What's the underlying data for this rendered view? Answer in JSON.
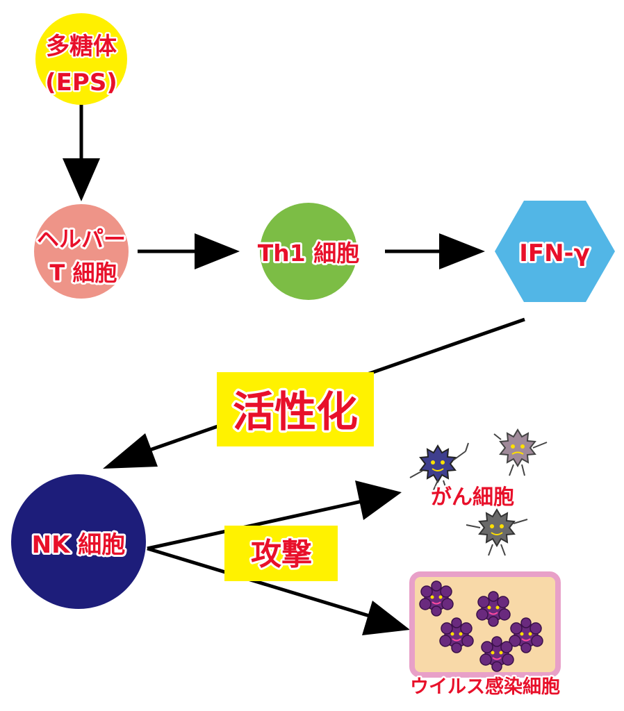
{
  "nodes": {
    "eps": {
      "line1": "多糖体",
      "line2": "(EPS)",
      "color": "#FFF000"
    },
    "helper_t": {
      "line1": "ヘルパー",
      "line2": "T 細胞",
      "color": "#EE9488"
    },
    "th1": {
      "label": "Th1 細胞",
      "color": "#7CBD45"
    },
    "ifn": {
      "label": "IFN-γ",
      "color": "#52B6E6"
    },
    "nk": {
      "label": "NK 細胞",
      "color": "#1D1D7A"
    },
    "cancer": {
      "label": "がん細胞"
    },
    "virus": {
      "label": "ウイルス感染細胞",
      "box_fill": "#F8D9A8",
      "box_border": "#E8A0C8"
    }
  },
  "actions": {
    "activation": "活性化",
    "attack": "攻撃",
    "box_color": "#FFF200"
  },
  "text_color": "#E8102A"
}
